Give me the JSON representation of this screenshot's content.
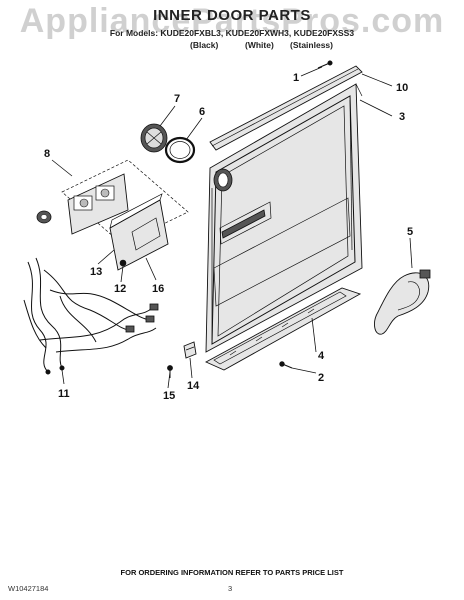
{
  "header": {
    "watermark": "AppliancePartsPros.com",
    "title": "INNER DOOR PARTS",
    "models": "For Models: KUDE20FXBL3, KUDE20FXWH3, KUDE20FXSS3",
    "color_black": "(Black)",
    "color_white": "(White)",
    "color_stainless": "(Stainless)"
  },
  "callouts": [
    "1",
    "2",
    "3",
    "4",
    "5",
    "6",
    "7",
    "8",
    "11",
    "12",
    "13",
    "14",
    "15",
    "16",
    "10"
  ],
  "footer": {
    "ordering_info": "FOR ORDERING INFORMATION REFER TO PARTS PRICE LIST",
    "doc_id": "W10427184",
    "page": "3"
  }
}
